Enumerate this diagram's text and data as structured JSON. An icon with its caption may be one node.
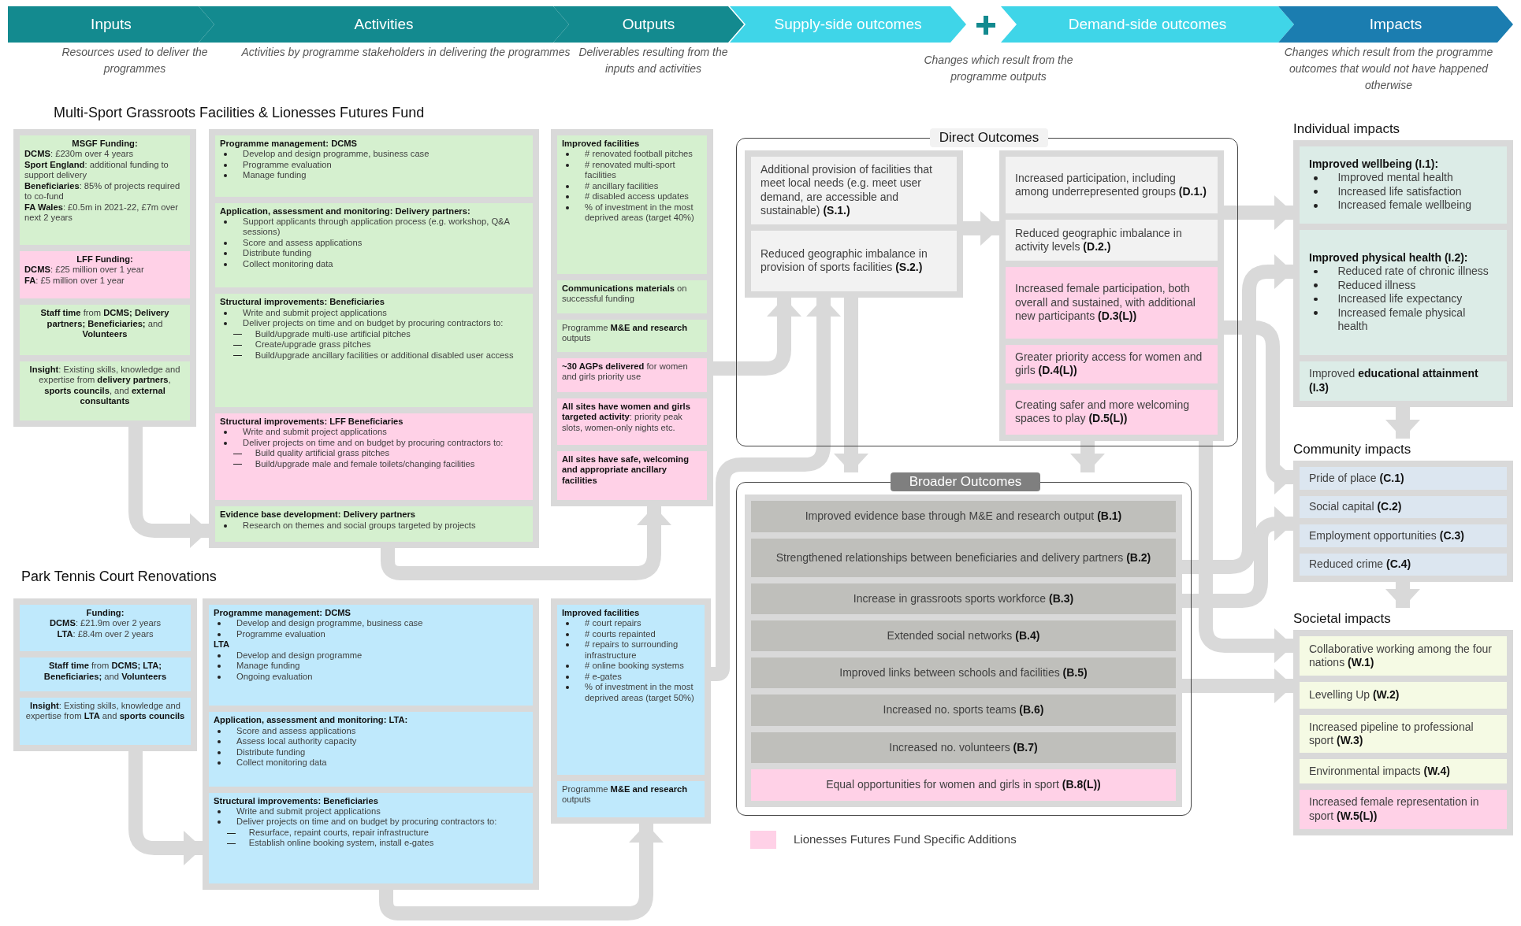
{
  "diagram": {
    "nodes": [
      {
        "text": [
          "Inputs"
        ],
        "beside": [
          "Resources used to deliver the programmes"
        ]
      },
      {
        "text": [
          "Activities"
        ],
        "beside": [
          "Activities by programme stakeholders in delivering the programmes"
        ]
      },
      {
        "text": [
          "Outputs"
        ],
        "beside": [
          "Deliverables resulting from the inputs and activities"
        ]
      },
      {
        "text": [
          "Supply-side outcomes"
        ]
      },
      {
        "text": [
          "Demand-side outcomes"
        ]
      },
      {
        "text": [
          "Impacts"
        ],
        "beside": [
          "Changes which result from the programme outcomes that would not have happened otherwise"
        ]
      },
      {
        "text": [],
        "shape": "box"
      },
      {
        "text": [
          "MSGF Funding:",
          "**DCMS**: £230m over 4 years",
          "**Sport England**: additional funding to support delivery",
          "**Beneficiaries**: 85% of projects required to co-fund",
          "**FA Wales**: £0.5m in 2021-22, £7m over next 2 years"
        ],
        "in": 6
      },
      {
        "text": [
          "LFF Funding:",
          "**DCMS**: £25 million over 1 year",
          "**FA**: £5 million over 1 year"
        ],
        "in": 6
      },
      {
        "text": [
          "**Staff time** from **DCMS; Delivery partners; Beneficiaries;** and **Volunteers**"
        ],
        "in": 6
      },
      {
        "text": [
          "**Insight**: Existing skills, knowledge and expertise from **delivery partners**, **sports councils**, and **external consultants**"
        ],
        "in": 6
      },
      {
        "text": [],
        "shape": "box"
      },
      {
        "text": [
          "Programme management: DCMS",
          "Develop and design programme, business case",
          "Programme evaluation",
          "Manage funding"
        ],
        "in": 11
      },
      {
        "text": [
          "Application, assessment and monitoring: Delivery partners:",
          "Support applicants through application process (e.g. workshop, Q&A sessions)",
          "Score and assess applications",
          "Distribute funding",
          "Collect monitoring data"
        ],
        "in": 11
      },
      {
        "text": [
          "Structural improvements: Beneficiaries",
          "Write and submit project applications",
          "Deliver projects on time and on budget by procuring contractors to:",
          "Build/upgrade multi-use artificial pitches",
          "Create/upgrade grass pitches",
          "Build/upgrade ancillary facilities or additional disabled user access"
        ],
        "in": 11
      },
      {
        "text": [
          "Structural improvements: LFF Beneficiaries",
          "Write and submit project applications",
          "Deliver projects on time and on budget by procuring contractors to:",
          "Build quality artificial grass pitches",
          "Build/upgrade male and female toilets/changing facilities"
        ],
        "in": 11
      },
      {
        "text": [
          "Evidence base development: Delivery partners",
          "Research on themes and social groups targeted by projects"
        ],
        "in": 11
      },
      {
        "text": [],
        "shape": "box"
      },
      {
        "text": [
          "Improved facilities",
          "# renovated football pitches",
          "# renovated multi-sport facilities",
          "# ancillary facilities",
          "# disabled access updates",
          "% of investment in the most deprived areas (target 40%)"
        ],
        "in": 17
      },
      {
        "text": [
          "**Communications materials** on successful funding"
        ],
        "in": 17
      },
      {
        "text": [
          "Programme **M&E and research** outputs"
        ],
        "in": 17
      },
      {
        "text": [
          "**~30 AGPs delivered** for women and girls priority use"
        ],
        "in": 17
      },
      {
        "text": [
          "**All sites have women and girls targeted activity**: priority peak slots, women-only nights etc."
        ],
        "in": 17
      },
      {
        "text": [
          "All sites have safe, welcoming and appropriate ancillary facilities"
        ],
        "in": 17
      },
      {
        "text": [],
        "shape": "box"
      },
      {
        "text": [
          "Funding:",
          "**DCMS**: £21.9m over 2 years",
          "**LTA**: £8.4m over 2 years"
        ],
        "in": 24
      },
      {
        "text": [
          "**Staff time** from **DCMS; LTA; Beneficiaries;** and **Volunteers**"
        ],
        "in": 24
      },
      {
        "text": [
          "**Insight**: Existing skills, knowledge and expertise from **LTA** and **sports councils**"
        ],
        "in": 24
      },
      {
        "text": [],
        "shape": "box"
      },
      {
        "text": [
          "Programme management: DCMS",
          "Develop and design programme, business case",
          "Programme evaluation",
          "LTA",
          "Develop and design programme",
          "Manage funding",
          "Ongoing evaluation"
        ],
        "in": 28
      },
      {
        "text": [
          "Application, assessment and monitoring: LTA:",
          "Score and assess applications",
          "Assess local authority capacity",
          "Distribute funding",
          "Collect monitoring data"
        ],
        "in": 28
      },
      {
        "text": [
          "Structural improvements: Beneficiaries",
          "Write and submit project applications",
          "Deliver projects on time and on budget by procuring contractors to:",
          "Resurface, repaint courts, repair infrastructure",
          "Establish online booking system, install e-gates"
        ],
        "in": 28
      },
      {
        "text": [],
        "shape": "box"
      },
      {
        "text": [
          "Improved facilities",
          "# court repairs",
          "# courts repainted",
          "# repairs to surrounding infrastructure",
          "# online booking systems",
          "# e-gates",
          "% of investment in the most deprived areas (target 50%)"
        ],
        "in": 32
      },
      {
        "text": [
          "Programme **M&E and research** outputs"
        ],
        "in": 32
      },
      {
        "text": [
          "Direct Outcomes"
        ]
      },
      {
        "text": [],
        "shape": "box",
        "in": 35
      },
      {
        "text": [
          "Additional provision of facilities that meet local needs (e.g. meet user demand, are accessible and sustainable) **(S.1.)**"
        ],
        "in": 36
      },
      {
        "text": [
          "Reduced geographic imbalance in provision of sports facilities **(S.2.)**"
        ],
        "in": 36
      },
      {
        "text": [],
        "shape": "box",
        "in": 35
      },
      {
        "text": [
          "Increased participation, including among underrepresented groups **(D.1.)**"
        ],
        "in": 39
      },
      {
        "text": [
          "Reduced geographic imbalance in activity levels **(D.2.)**"
        ],
        "in": 39
      },
      {
        "text": [
          "Increased female participation, both overall and sustained, with additional new participants **(D.3(L))**"
        ],
        "in": 39
      },
      {
        "text": [
          "Greater priority access for women and girls **(D.4(L))**"
        ],
        "in": 39
      },
      {
        "text": [
          "Creating safer and more welcoming spaces to play **(D.5(L))**"
        ],
        "in": 39
      },
      {
        "text": [
          "Broader Outcomes"
        ]
      },
      {
        "text": [],
        "shape": "box",
        "in": 45
      },
      {
        "text": [
          "Improved evidence base through M&E and research output **(B.1)**"
        ],
        "in": 46
      },
      {
        "text": [
          "Strengthened relationships between beneficiaries and delivery partners **(B.2)**"
        ],
        "in": 46
      },
      {
        "text": [
          "Increase in grassroots sports workforce **(B.3)**"
        ],
        "in": 46
      },
      {
        "text": [
          "Extended social networks **(B.4)**"
        ],
        "in": 46
      },
      {
        "text": [
          "Improved links between schools and facilities **(B.5)**"
        ],
        "in": 46
      },
      {
        "text": [
          "Increased no. sports teams **(B.6)**"
        ],
        "in": 46
      },
      {
        "text": [
          "Increased no. volunteers **(B.7)**"
        ],
        "in": 46
      },
      {
        "text": [
          "Equal opportunities for women and girls in sport **(B.8(L))**"
        ],
        "in": 46
      },
      {
        "text": [
          "Individual impacts"
        ]
      },
      {
        "text": [
          "Improved wellbeing (I.1):",
          "Improved mental health",
          "Increased life satisfaction",
          "Increased female wellbeing"
        ],
        "in": 55
      },
      {
        "text": [
          "Improved physical health (I.2):",
          "Reduced rate of chronic illness",
          "Reduced illness",
          "Increased life expectancy",
          "Increased female physical health"
        ],
        "in": 55
      },
      {
        "text": [
          "Improved **educational attainment (I.3)**"
        ],
        "in": 55
      },
      {
        "text": [
          "Community impacts"
        ]
      },
      {
        "text": [
          "Pride of place **(C.1)**"
        ],
        "in": 59
      },
      {
        "text": [
          "Social capital **(C.2)**"
        ],
        "in": 59
      },
      {
        "text": [
          "Employment opportunities **(C.3)**"
        ],
        "in": 59
      },
      {
        "text": [
          "Reduced crime **(C.4)**"
        ],
        "in": 59
      },
      {
        "text": [
          "Societal impacts"
        ]
      },
      {
        "text": [
          "Collaborative working among the four nations **(W.1)**"
        ],
        "in": 64
      },
      {
        "text": [
          "Levelling Up **(W.2)**"
        ],
        "in": 64
      },
      {
        "text": [
          "Increased pipeline to professional sport **(W.3)**"
        ],
        "in": 64
      },
      {
        "text": [
          "Environmental impacts **(W.4)**"
        ],
        "in": 64
      },
      {
        "text": [
          "Increased female representation in sport **(W.5(L))**"
        ],
        "in": 64
      }
    ],
    "edges": [
      {
        "from": 6,
        "to": 11,
        "arrow": "to"
      },
      {
        "from": 11,
        "to": 17,
        "arrow": "to"
      },
      {
        "from": 17,
        "to": 36,
        "arrow": "to"
      },
      {
        "from": 24,
        "to": 28,
        "arrow": "to"
      },
      {
        "from": 28,
        "to": 32,
        "arrow": "to"
      },
      {
        "from": 32,
        "to": 36,
        "arrow": "to"
      },
      {
        "from": 36,
        "to": 39,
        "arrow": "to"
      },
      {
        "from": 36,
        "to": 45,
        "arrow": "to"
      },
      {
        "from": 39,
        "to": 45,
        "arrow": "to"
      },
      {
        "from": 39,
        "to": 55,
        "arrow": "to"
      },
      {
        "from": 46,
        "to": 55,
        "arrow": "to"
      },
      {
        "from": 39,
        "to": 59,
        "arrow": "to"
      },
      {
        "from": 46,
        "to": 59,
        "arrow": "to"
      },
      {
        "from": 39,
        "to": 64,
        "arrow": "to"
      },
      {
        "from": 46,
        "to": 64,
        "arrow": "to"
      },
      {
        "from": 55,
        "to": 59,
        "arrow": "to"
      },
      {
        "from": 59,
        "to": 64,
        "arrow": "to"
      }
    ],
    "labels": [
      "Changes which result from the programme outputs",
      "Multi-Sport Grassroots Facilities & Lionesses Futures Fund",
      "Park Tennis Court Renovations"
    ],
    "legend": [
      {
        "text": "Lionesses Futures Fund Specific Additions",
        "color": "#ffd1e7"
      }
    ]
  }
}
